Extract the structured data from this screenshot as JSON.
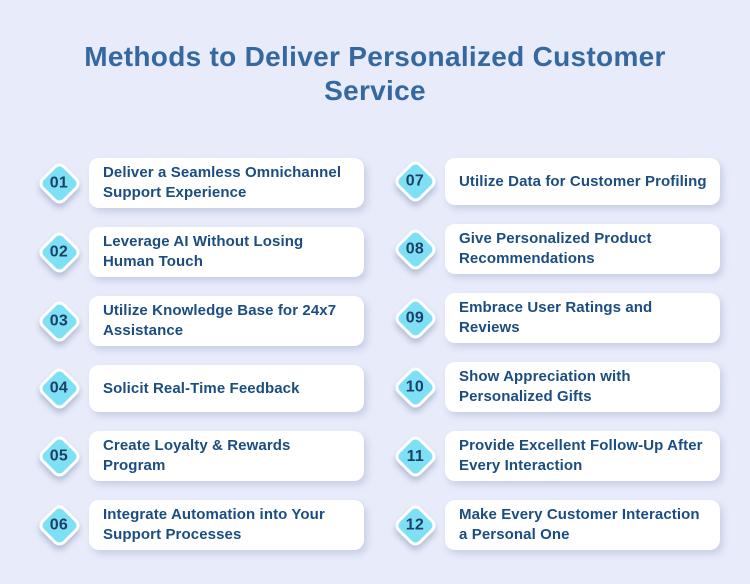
{
  "title": "Methods to Deliver Personalized Customer Service",
  "colors": {
    "background": "#e7ebfa",
    "title_text": "#35689e",
    "card_background": "#ffffff",
    "card_text": "#1b4d80",
    "badge_background": "#7ee0f5",
    "badge_border": "#ffffff",
    "badge_text": "#1d4066"
  },
  "items": [
    {
      "number": "01",
      "label": "Deliver a Seamless Omnichannel Support Experience"
    },
    {
      "number": "02",
      "label": "Leverage AI Without Losing Human Touch"
    },
    {
      "number": "03",
      "label": "Utilize Knowledge Base for 24x7 Assistance"
    },
    {
      "number": "04",
      "label": "Solicit Real-Time Feedback"
    },
    {
      "number": "05",
      "label": "Create Loyalty & Rewards Program"
    },
    {
      "number": "06",
      "label": "Integrate Automation into Your Support Processes"
    },
    {
      "number": "07",
      "label": "Utilize Data for Customer Profiling"
    },
    {
      "number": "08",
      "label": "Give Personalized Product Recommendations"
    },
    {
      "number": "09",
      "label": "Embrace User Ratings and Reviews"
    },
    {
      "number": "10",
      "label": "Show Appreciation with Personalized Gifts"
    },
    {
      "number": "11",
      "label": "Provide Excellent Follow-Up After Every Interaction"
    },
    {
      "number": "12",
      "label": "Make Every Customer Interaction a Personal One"
    }
  ]
}
